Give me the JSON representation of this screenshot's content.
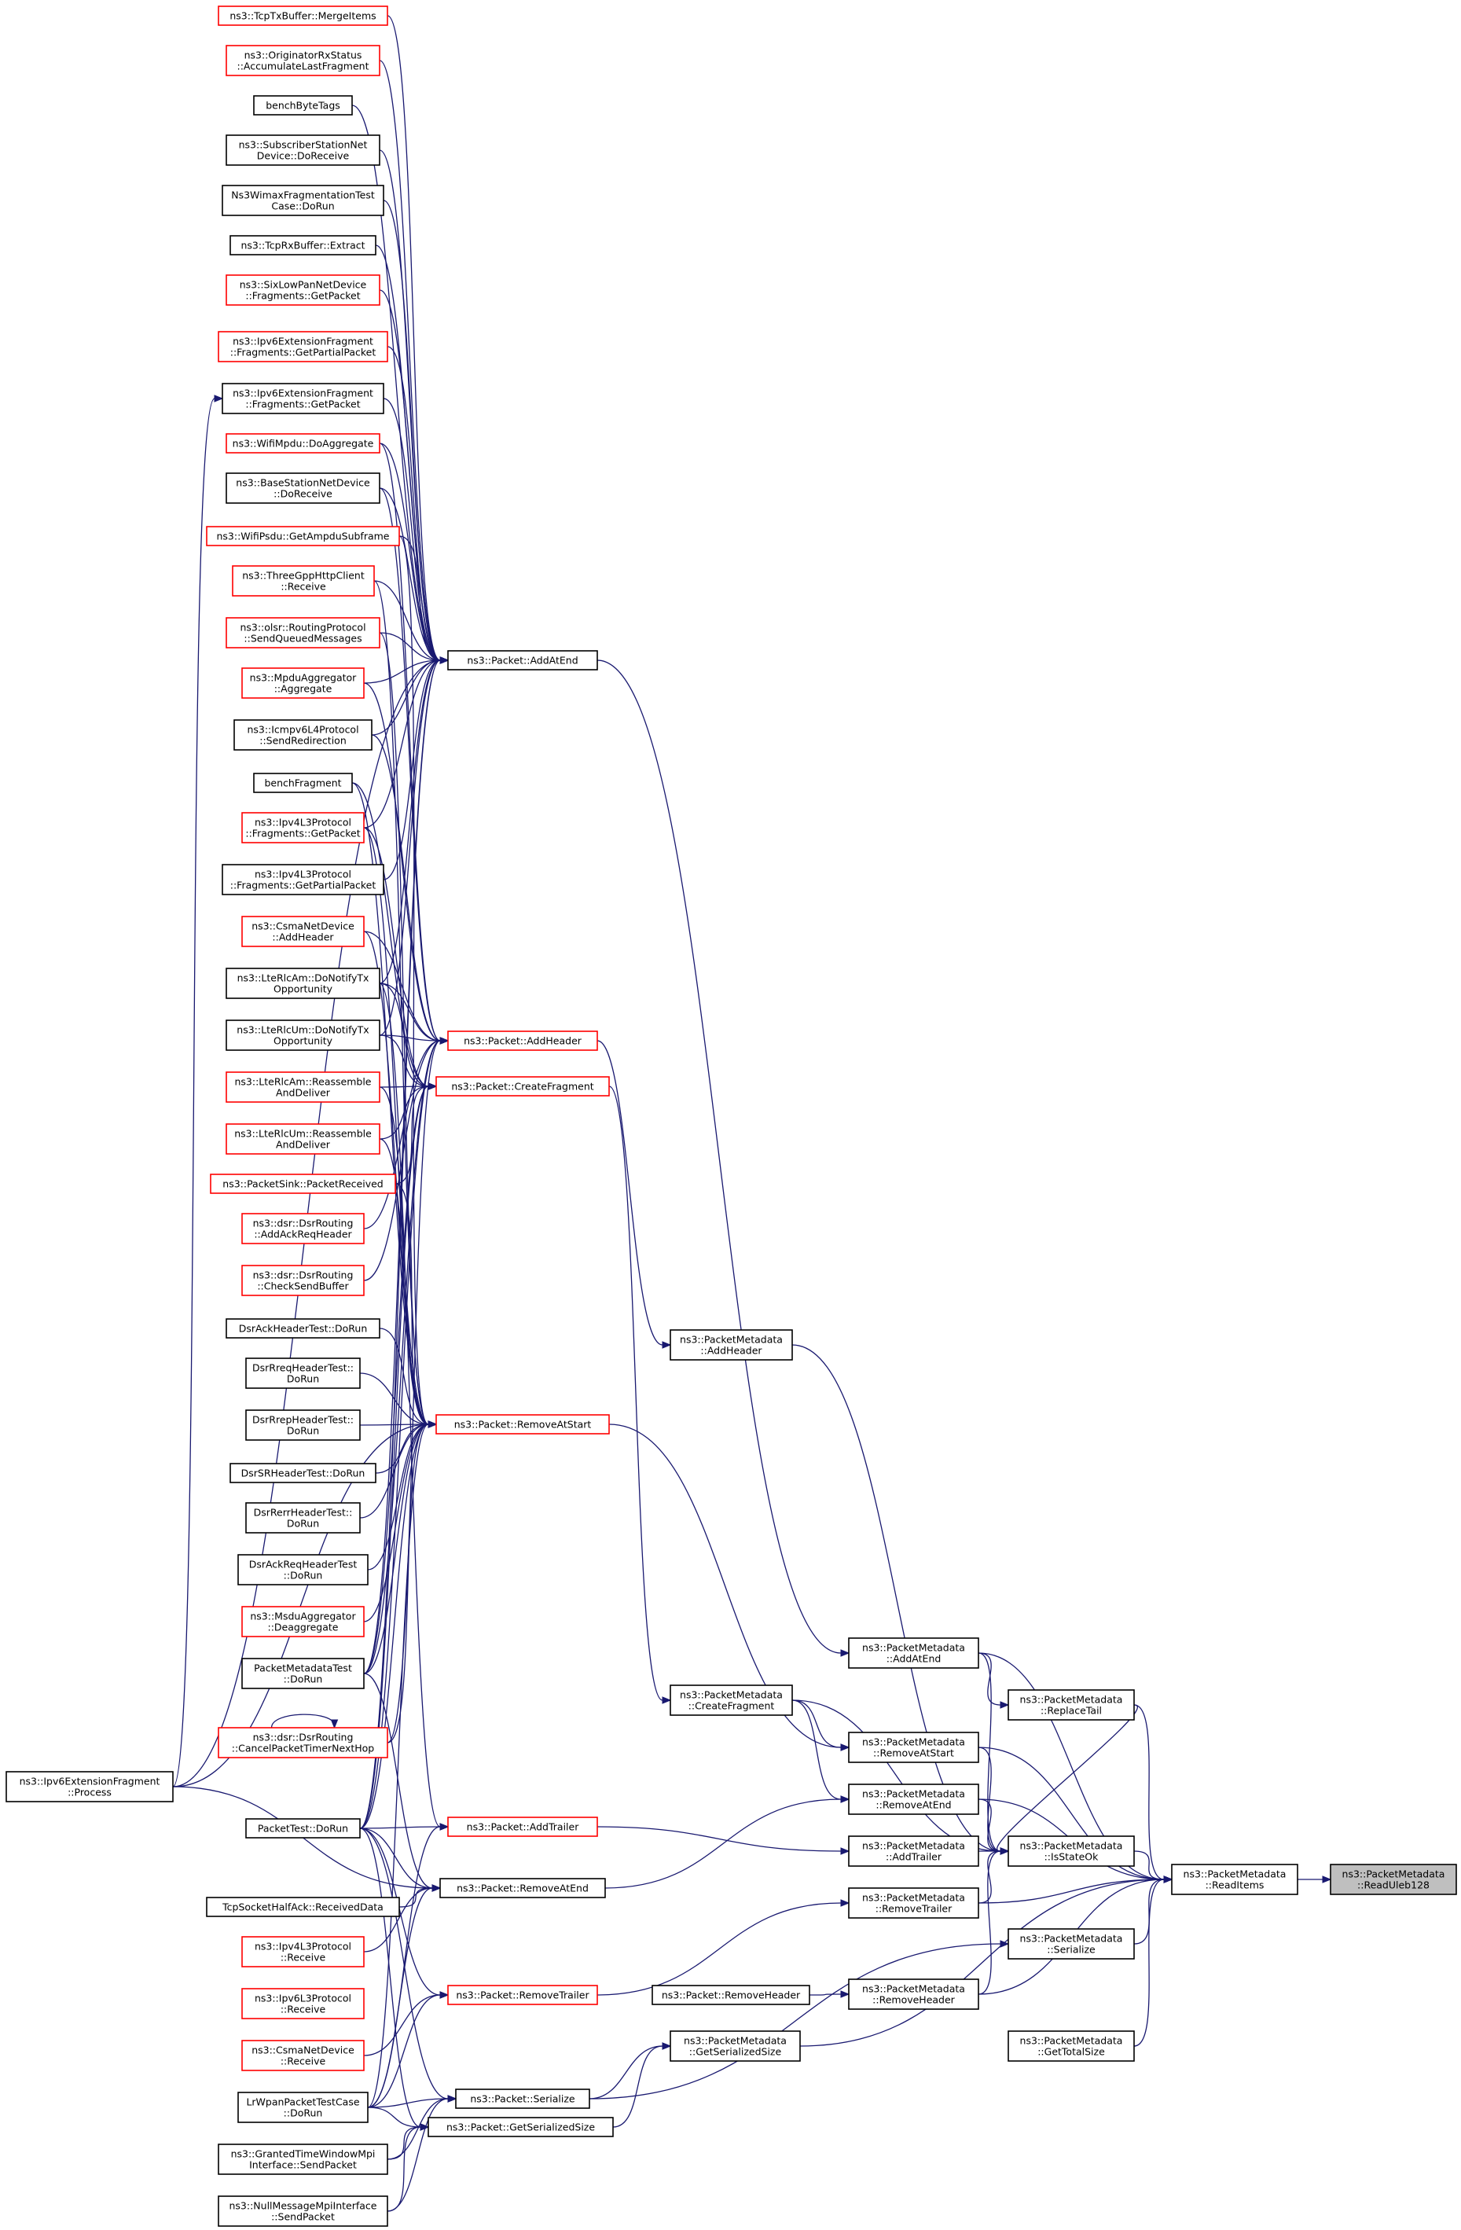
{
  "graph": {
    "type": "caller-graph",
    "edge_color": "#191970",
    "border_black": "#000000",
    "border_red": "#ff0000",
    "self_fill": "#bfbfbf",
    "nodes": [
      {
        "id": "root",
        "lines": [
          "ns3::PacketMetadata",
          "::ReadUleb128"
        ],
        "border": "black",
        "self": true
      },
      {
        "id": "readItems",
        "lines": [
          "ns3::PacketMetadata",
          "::ReadItems"
        ],
        "border": "black"
      },
      {
        "id": "pmAddAtEnd",
        "lines": [
          "ns3::PacketMetadata",
          "::AddAtEnd"
        ],
        "border": "black"
      },
      {
        "id": "pmReplaceTail",
        "lines": [
          "ns3::PacketMetadata",
          "::ReplaceTail"
        ],
        "border": "black"
      },
      {
        "id": "pmRemoveAtStart",
        "lines": [
          "ns3::PacketMetadata",
          "::RemoveAtStart"
        ],
        "border": "black"
      },
      {
        "id": "pmRemoveAtEnd",
        "lines": [
          "ns3::PacketMetadata",
          "::RemoveAtEnd"
        ],
        "border": "black"
      },
      {
        "id": "pmAddTrailer",
        "lines": [
          "ns3::PacketMetadata",
          "::AddTrailer"
        ],
        "border": "black"
      },
      {
        "id": "pmIsStateOk",
        "lines": [
          "ns3::PacketMetadata",
          "::IsStateOk"
        ],
        "border": "black"
      },
      {
        "id": "pmRemoveTrailer",
        "lines": [
          "ns3::PacketMetadata",
          "::RemoveTrailer"
        ],
        "border": "black"
      },
      {
        "id": "pmSerialize",
        "lines": [
          "ns3::PacketMetadata",
          "::Serialize"
        ],
        "border": "black"
      },
      {
        "id": "pmRemoveHeader",
        "lines": [
          "ns3::PacketMetadata",
          "::RemoveHeader"
        ],
        "border": "black"
      },
      {
        "id": "pmGetTotalSize",
        "lines": [
          "ns3::PacketMetadata",
          "::GetTotalSize"
        ],
        "border": "black"
      },
      {
        "id": "pmGetSerializedSize",
        "lines": [
          "ns3::PacketMetadata",
          "::GetSerializedSize"
        ],
        "border": "black"
      },
      {
        "id": "pmAddHeader",
        "lines": [
          "ns3::PacketMetadata",
          "::AddHeader"
        ],
        "border": "black"
      },
      {
        "id": "pmCreateFragment",
        "lines": [
          "ns3::PacketMetadata",
          "::CreateFragment"
        ],
        "border": "black"
      },
      {
        "id": "pRemoveHeader",
        "lines": [
          "ns3::Packet::RemoveHeader"
        ],
        "border": "black"
      },
      {
        "id": "pAddAtEnd",
        "lines": [
          "ns3::Packet::AddAtEnd"
        ],
        "border": "black"
      },
      {
        "id": "pAddHeader",
        "lines": [
          "ns3::Packet::AddHeader"
        ],
        "border": "red"
      },
      {
        "id": "pCreateFragment",
        "lines": [
          "ns3::Packet::CreateFragment"
        ],
        "border": "red"
      },
      {
        "id": "pRemoveAtStart",
        "lines": [
          "ns3::Packet::RemoveAtStart"
        ],
        "border": "red"
      },
      {
        "id": "pAddTrailer",
        "lines": [
          "ns3::Packet::AddTrailer"
        ],
        "border": "red"
      },
      {
        "id": "pRemoveAtEnd",
        "lines": [
          "ns3::Packet::RemoveAtEnd"
        ],
        "border": "black"
      },
      {
        "id": "pRemoveTrailer",
        "lines": [
          "ns3::Packet::RemoveTrailer"
        ],
        "border": "red"
      },
      {
        "id": "pSerialize",
        "lines": [
          "ns3::Packet::Serialize"
        ],
        "border": "black"
      },
      {
        "id": "pGetSerializedSize",
        "lines": [
          "ns3::Packet::GetSerializedSize"
        ],
        "border": "black"
      },
      {
        "id": "ipv6Process",
        "lines": [
          "ns3::Ipv6ExtensionFragment",
          "::Process"
        ],
        "border": "black"
      },
      {
        "id": "tcpTxMerge",
        "lines": [
          "ns3::TcpTxBuffer::MergeItems"
        ],
        "border": "red"
      },
      {
        "id": "origAccum",
        "lines": [
          "ns3::OriginatorRxStatus",
          "::AccumulateLastFragment"
        ],
        "border": "red"
      },
      {
        "id": "benchByteTags",
        "lines": [
          "benchByteTags"
        ],
        "border": "black"
      },
      {
        "id": "subStation",
        "lines": [
          "ns3::SubscriberStationNet",
          "Device::DoReceive"
        ],
        "border": "black"
      },
      {
        "id": "wimaxFrag",
        "lines": [
          "Ns3WimaxFragmentationTest",
          "Case::DoRun"
        ],
        "border": "black"
      },
      {
        "id": "tcpRxExtract",
        "lines": [
          "ns3::TcpRxBuffer::Extract"
        ],
        "border": "black"
      },
      {
        "id": "sixLowPan",
        "lines": [
          "ns3::SixLowPanNetDevice",
          "::Fragments::GetPacket"
        ],
        "border": "red"
      },
      {
        "id": "ipv6FragPartial",
        "lines": [
          "ns3::Ipv6ExtensionFragment",
          "::Fragments::GetPartialPacket"
        ],
        "border": "red"
      },
      {
        "id": "ipv6FragGetPacket",
        "lines": [
          "ns3::Ipv6ExtensionFragment",
          "::Fragments::GetPacket"
        ],
        "border": "black"
      },
      {
        "id": "wifiMpduAgg",
        "lines": [
          "ns3::WifiMpdu::DoAggregate"
        ],
        "border": "red"
      },
      {
        "id": "baseStation",
        "lines": [
          "ns3::BaseStationNetDevice",
          "::DoReceive"
        ],
        "border": "black"
      },
      {
        "id": "wifiPsdu",
        "lines": [
          "ns3::WifiPsdu::GetAmpduSubframe"
        ],
        "border": "red"
      },
      {
        "id": "threeGpp",
        "lines": [
          "ns3::ThreeGppHttpClient",
          "::Receive"
        ],
        "border": "red"
      },
      {
        "id": "olsr",
        "lines": [
          "ns3::olsr::RoutingProtocol",
          "::SendQueuedMessages"
        ],
        "border": "red"
      },
      {
        "id": "mpduAgg",
        "lines": [
          "ns3::MpduAggregator",
          "::Aggregate"
        ],
        "border": "red"
      },
      {
        "id": "icmpv6",
        "lines": [
          "ns3::Icmpv6L4Protocol",
          "::SendRedirection"
        ],
        "border": "black"
      },
      {
        "id": "benchFragment",
        "lines": [
          "benchFragment"
        ],
        "border": "black"
      },
      {
        "id": "ipv4FragGet",
        "lines": [
          "ns3::Ipv4L3Protocol",
          "::Fragments::GetPacket"
        ],
        "border": "red"
      },
      {
        "id": "ipv4FragPartial",
        "lines": [
          "ns3::Ipv4L3Protocol",
          "::Fragments::GetPartialPacket"
        ],
        "border": "black"
      },
      {
        "id": "csmaAddHeader",
        "lines": [
          "ns3::CsmaNetDevice",
          "::AddHeader"
        ],
        "border": "red"
      },
      {
        "id": "lteAmNotify",
        "lines": [
          "ns3::LteRlcAm::DoNotifyTx",
          "Opportunity"
        ],
        "border": "black"
      },
      {
        "id": "lteUmNotify",
        "lines": [
          "ns3::LteRlcUm::DoNotifyTx",
          "Opportunity"
        ],
        "border": "black"
      },
      {
        "id": "lteAmReasm",
        "lines": [
          "ns3::LteRlcAm::Reassemble",
          "AndDeliver"
        ],
        "border": "red"
      },
      {
        "id": "lteUmReasm",
        "lines": [
          "ns3::LteRlcUm::Reassemble",
          "AndDeliver"
        ],
        "border": "red"
      },
      {
        "id": "packetSink",
        "lines": [
          "ns3::PacketSink::PacketReceived"
        ],
        "border": "red"
      },
      {
        "id": "dsrAddAck",
        "lines": [
          "ns3::dsr::DsrRouting",
          "::AddAckReqHeader"
        ],
        "border": "red"
      },
      {
        "id": "dsrCheckSend",
        "lines": [
          "ns3::dsr::DsrRouting",
          "::CheckSendBuffer"
        ],
        "border": "red"
      },
      {
        "id": "dsrAckTest",
        "lines": [
          "DsrAckHeaderTest::DoRun"
        ],
        "border": "black"
      },
      {
        "id": "dsrRreqTest",
        "lines": [
          "DsrRreqHeaderTest::",
          "DoRun"
        ],
        "border": "black"
      },
      {
        "id": "dsrRrepTest",
        "lines": [
          "DsrRrepHeaderTest::",
          "DoRun"
        ],
        "border": "black"
      },
      {
        "id": "dsrSrTest",
        "lines": [
          "DsrSRHeaderTest::DoRun"
        ],
        "border": "black"
      },
      {
        "id": "dsrRerrTest",
        "lines": [
          "DsrRerrHeaderTest::",
          "DoRun"
        ],
        "border": "black"
      },
      {
        "id": "dsrAckReqTest",
        "lines": [
          "DsrAckReqHeaderTest",
          "::DoRun"
        ],
        "border": "black"
      },
      {
        "id": "msduDeagg",
        "lines": [
          "ns3::MsduAggregator",
          "::Deaggregate"
        ],
        "border": "red"
      },
      {
        "id": "pmTest",
        "lines": [
          "PacketMetadataTest",
          "::DoRun"
        ],
        "border": "black"
      },
      {
        "id": "dsrCancel",
        "lines": [
          "ns3::dsr::DsrRouting",
          "::CancelPacketTimerNextHop"
        ],
        "border": "red"
      },
      {
        "id": "packetTest",
        "lines": [
          "PacketTest::DoRun"
        ],
        "border": "black"
      },
      {
        "id": "tcpHalfAck",
        "lines": [
          "TcpSocketHalfAck::ReceivedData"
        ],
        "border": "black"
      },
      {
        "id": "ipv4Receive",
        "lines": [
          "ns3::Ipv4L3Protocol",
          "::Receive"
        ],
        "border": "red"
      },
      {
        "id": "ipv6Receive",
        "lines": [
          "ns3::Ipv6L3Protocol",
          "::Receive"
        ],
        "border": "red"
      },
      {
        "id": "csmaReceive",
        "lines": [
          "ns3::CsmaNetDevice",
          "::Receive"
        ],
        "border": "red"
      },
      {
        "id": "lrwpan",
        "lines": [
          "LrWpanPacketTestCase",
          "::DoRun"
        ],
        "border": "black"
      },
      {
        "id": "grantedSend",
        "lines": [
          "ns3::GrantedTimeWindowMpi",
          "Interface::SendPacket"
        ],
        "border": "black"
      },
      {
        "id": "nullSend",
        "lines": [
          "ns3::NullMessageMpiInterface",
          "::SendPacket"
        ],
        "border": "black"
      }
    ],
    "edges": [
      [
        "readItems",
        "root"
      ],
      [
        "pmAddAtEnd",
        "readItems"
      ],
      [
        "pmReplaceTail",
        "readItems"
      ],
      [
        "pmRemoveAtStart",
        "readItems"
      ],
      [
        "pmRemoveAtEnd",
        "readItems"
      ],
      [
        "pmIsStateOk",
        "readItems"
      ],
      [
        "pmRemoveTrailer",
        "readItems"
      ],
      [
        "pmSerialize",
        "readItems"
      ],
      [
        "pmRemoveHeader",
        "readItems"
      ],
      [
        "pmGetTotalSize",
        "readItems"
      ],
      [
        "pmGetSerializedSize",
        "readItems"
      ],
      [
        "pmAddAtEnd",
        "pmIsStateOk"
      ],
      [
        "pmReplaceTail",
        "pmIsStateOk"
      ],
      [
        "pmRemoveAtStart",
        "pmIsStateOk"
      ],
      [
        "pmRemoveAtEnd",
        "pmIsStateOk"
      ],
      [
        "pmAddTrailer",
        "pmIsStateOk"
      ],
      [
        "pmRemoveTrailer",
        "pmIsStateOk"
      ],
      [
        "pmRemoveHeader",
        "pmIsStateOk"
      ],
      [
        "pmAddHeader",
        "pmIsStateOk"
      ],
      [
        "pmCreateFragment",
        "pmIsStateOk"
      ],
      [
        "pmAddAtEnd",
        "pmReplaceTail"
      ],
      [
        "pmCreateFragment",
        "pmRemoveAtStart"
      ],
      [
        "pmCreateFragment",
        "pmRemoveAtEnd"
      ],
      [
        "pRemoveHeader",
        "pmRemoveHeader"
      ],
      [
        "pAddAtEnd",
        "pmAddAtEnd"
      ],
      [
        "pAddHeader",
        "pmAddHeader"
      ],
      [
        "pCreateFragment",
        "pmCreateFragment"
      ],
      [
        "pRemoveAtStart",
        "pmRemoveAtStart"
      ],
      [
        "pAddTrailer",
        "pmAddTrailer"
      ],
      [
        "pRemoveAtEnd",
        "pmRemoveAtEnd"
      ],
      [
        "pRemoveTrailer",
        "pmRemoveTrailer"
      ],
      [
        "pSerialize",
        "pmGetSerializedSize"
      ],
      [
        "pGetSerializedSize",
        "pmGetSerializedSize"
      ],
      [
        "pSerialize",
        "pmSerialize"
      ],
      [
        "ipv6Process",
        "ipv6FragGetPacket"
      ],
      [
        "tcpTxMerge",
        "pAddAtEnd"
      ],
      [
        "origAccum",
        "pAddAtEnd"
      ],
      [
        "benchByteTags",
        "pAddAtEnd"
      ],
      [
        "subStation",
        "pAddAtEnd"
      ],
      [
        "wimaxFrag",
        "pAddAtEnd"
      ],
      [
        "tcpRxExtract",
        "pAddAtEnd"
      ],
      [
        "sixLowPan",
        "pAddAtEnd"
      ],
      [
        "ipv6FragPartial",
        "pAddAtEnd"
      ],
      [
        "ipv6FragGetPacket",
        "pAddAtEnd"
      ],
      [
        "wifiMpduAgg",
        "pAddAtEnd"
      ],
      [
        "baseStation",
        "pAddAtEnd"
      ],
      [
        "wifiPsdu",
        "pAddAtEnd"
      ],
      [
        "threeGpp",
        "pAddAtEnd"
      ],
      [
        "olsr",
        "pAddAtEnd"
      ],
      [
        "mpduAgg",
        "pAddAtEnd"
      ],
      [
        "icmpv6",
        "pAddAtEnd"
      ],
      [
        "ipv4FragGet",
        "pAddAtEnd"
      ],
      [
        "ipv4FragPartial",
        "pAddAtEnd"
      ],
      [
        "lteAmNotify",
        "pAddAtEnd"
      ],
      [
        "lteUmNotify",
        "pAddAtEnd"
      ],
      [
        "pmTest",
        "pAddAtEnd"
      ],
      [
        "packetTest",
        "pAddAtEnd"
      ],
      [
        "ipv6Process",
        "pAddAtEnd"
      ],
      [
        "wifiMpduAgg",
        "pAddHeader"
      ],
      [
        "baseStation",
        "pAddHeader"
      ],
      [
        "mpduAgg",
        "pAddHeader"
      ],
      [
        "csmaAddHeader",
        "pAddHeader"
      ],
      [
        "lteAmNotify",
        "pAddHeader"
      ],
      [
        "lteUmNotify",
        "pAddHeader"
      ],
      [
        "dsrAddAck",
        "pAddHeader"
      ],
      [
        "dsrCheckSend",
        "pAddHeader"
      ],
      [
        "dsrCancel",
        "pAddHeader"
      ],
      [
        "pmTest",
        "pAddHeader"
      ],
      [
        "packetTest",
        "pAddHeader"
      ],
      [
        "icmpv6",
        "pAddHeader"
      ],
      [
        "benchFragment",
        "pCreateFragment"
      ],
      [
        "lteAmNotify",
        "pCreateFragment"
      ],
      [
        "lteUmNotify",
        "pCreateFragment"
      ],
      [
        "lteAmReasm",
        "pCreateFragment"
      ],
      [
        "lteUmReasm",
        "pCreateFragment"
      ],
      [
        "packetSink",
        "pCreateFragment"
      ],
      [
        "pmTest",
        "pCreateFragment"
      ],
      [
        "packetTest",
        "pCreateFragment"
      ],
      [
        "ipv4FragGet",
        "pCreateFragment"
      ],
      [
        "wifiPsdu",
        "pRemoveAtStart"
      ],
      [
        "threeGpp",
        "pRemoveAtStart"
      ],
      [
        "olsr",
        "pRemoveAtStart"
      ],
      [
        "benchFragment",
        "pRemoveAtStart"
      ],
      [
        "ipv4FragGet",
        "pRemoveAtStart"
      ],
      [
        "csmaAddHeader",
        "pRemoveAtStart"
      ],
      [
        "lteAmReasm",
        "pRemoveAtStart"
      ],
      [
        "lteUmReasm",
        "pRemoveAtStart"
      ],
      [
        "packetSink",
        "pRemoveAtStart"
      ],
      [
        "dsrAckTest",
        "pRemoveAtStart"
      ],
      [
        "dsrRreqTest",
        "pRemoveAtStart"
      ],
      [
        "dsrRrepTest",
        "pRemoveAtStart"
      ],
      [
        "dsrSrTest",
        "pRemoveAtStart"
      ],
      [
        "dsrRerrTest",
        "pRemoveAtStart"
      ],
      [
        "dsrAckReqTest",
        "pRemoveAtStart"
      ],
      [
        "msduDeagg",
        "pRemoveAtStart"
      ],
      [
        "pmTest",
        "pRemoveAtStart"
      ],
      [
        "packetTest",
        "pRemoveAtStart"
      ],
      [
        "dsrCancel",
        "pRemoveAtStart"
      ],
      [
        "lrwpan",
        "pRemoveAtStart"
      ],
      [
        "ipv6Process",
        "pRemoveAtStart"
      ],
      [
        "lteAmNotify",
        "pAddTrailer"
      ],
      [
        "packetTest",
        "pAddTrailer"
      ],
      [
        "lrwpan",
        "pAddTrailer"
      ],
      [
        "tcpHalfAck",
        "pRemoveAtEnd"
      ],
      [
        "packetTest",
        "pRemoveAtEnd"
      ],
      [
        "ipv6Process",
        "pRemoveAtEnd"
      ],
      [
        "ipv4Receive",
        "pRemoveAtEnd"
      ],
      [
        "lrwpan",
        "pRemoveAtEnd"
      ],
      [
        "pmTest",
        "pRemoveAtEnd"
      ],
      [
        "csmaReceive",
        "pRemoveTrailer"
      ],
      [
        "packetTest",
        "pRemoveTrailer"
      ],
      [
        "lrwpan",
        "pRemoveTrailer"
      ],
      [
        "packetTest",
        "pSerialize"
      ],
      [
        "lrwpan",
        "pSerialize"
      ],
      [
        "grantedSend",
        "pSerialize"
      ],
      [
        "nullSend",
        "pSerialize"
      ],
      [
        "packetTest",
        "pGetSerializedSize"
      ],
      [
        "lrwpan",
        "pGetSerializedSize"
      ],
      [
        "grantedSend",
        "pGetSerializedSize"
      ],
      [
        "nullSend",
        "pGetSerializedSize"
      ],
      [
        "dsrCancel",
        "dsrCancel"
      ]
    ]
  }
}
